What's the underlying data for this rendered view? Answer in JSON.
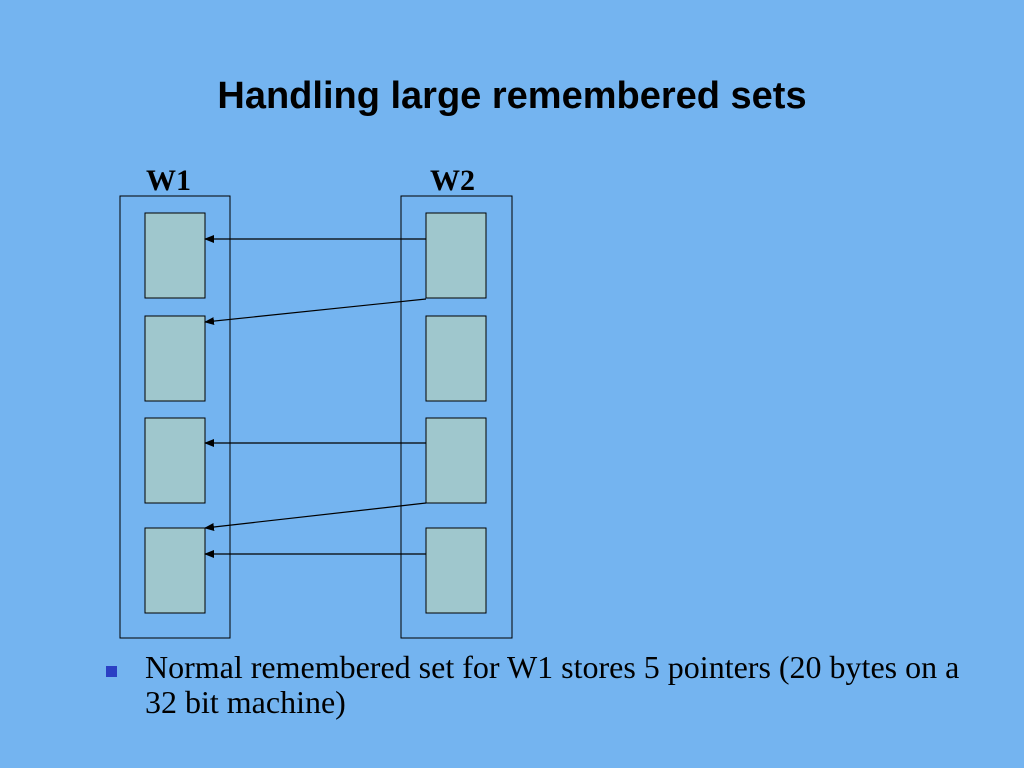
{
  "slide": {
    "title": "Handling large remembered sets"
  },
  "diagram": {
    "windows": [
      {
        "label": "W1"
      },
      {
        "label": "W2"
      }
    ],
    "colors": {
      "background": "#74b4f0",
      "object_fill": "#9fc7cd",
      "stroke": "#000000"
    },
    "pointers": [
      {
        "from": "W2 object 1",
        "to": "W1 object 1"
      },
      {
        "from": "W2 object 1",
        "to": "W1 object 2"
      },
      {
        "from": "W2 object 3",
        "to": "W1 object 3"
      },
      {
        "from": "W2 object 3",
        "to": "W1 object 4"
      },
      {
        "from": "W2 object 4",
        "to": "W1 object 4"
      }
    ]
  },
  "bullets": [
    {
      "text": "Normal remembered set for W1 stores 5 pointers (20 bytes on a 32 bit machine)",
      "marker": "blue-square"
    }
  ]
}
